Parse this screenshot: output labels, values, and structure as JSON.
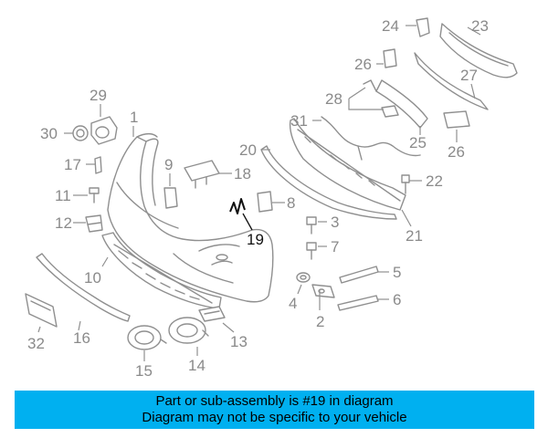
{
  "callouts": [
    {
      "id": "c1",
      "text": "1"
    },
    {
      "id": "c2",
      "text": "2"
    },
    {
      "id": "c3",
      "text": "3"
    },
    {
      "id": "c4",
      "text": "4"
    },
    {
      "id": "c5",
      "text": "5"
    },
    {
      "id": "c6",
      "text": "6"
    },
    {
      "id": "c7",
      "text": "7"
    },
    {
      "id": "c8",
      "text": "8"
    },
    {
      "id": "c9",
      "text": "9"
    },
    {
      "id": "c10",
      "text": "10"
    },
    {
      "id": "c11",
      "text": "11"
    },
    {
      "id": "c12",
      "text": "12"
    },
    {
      "id": "c13",
      "text": "13"
    },
    {
      "id": "c14",
      "text": "14"
    },
    {
      "id": "c15",
      "text": "15"
    },
    {
      "id": "c16",
      "text": "16"
    },
    {
      "id": "c17",
      "text": "17"
    },
    {
      "id": "c18",
      "text": "18"
    },
    {
      "id": "c19",
      "text": "19"
    },
    {
      "id": "c20",
      "text": "20"
    },
    {
      "id": "c21",
      "text": "21"
    },
    {
      "id": "c22",
      "text": "22"
    },
    {
      "id": "c23",
      "text": "23"
    },
    {
      "id": "c24",
      "text": "24"
    },
    {
      "id": "c25",
      "text": "25"
    },
    {
      "id": "c26a",
      "text": "26"
    },
    {
      "id": "c26b",
      "text": "26"
    },
    {
      "id": "c27",
      "text": "27"
    },
    {
      "id": "c28",
      "text": "28"
    },
    {
      "id": "c29",
      "text": "29"
    },
    {
      "id": "c30",
      "text": "30"
    },
    {
      "id": "c31",
      "text": "31"
    },
    {
      "id": "c32",
      "text": "32"
    }
  ],
  "highlighted_part": "19",
  "banner": {
    "line1": "Part or sub-assembly is #19 in diagram",
    "line2": "Diagram may not be specific to your vehicle"
  },
  "colors": {
    "banner_bg": "#00b0f0",
    "part_line": "#8f8f8f",
    "label_gray": "#8a8a8a",
    "highlight": "#111111"
  }
}
